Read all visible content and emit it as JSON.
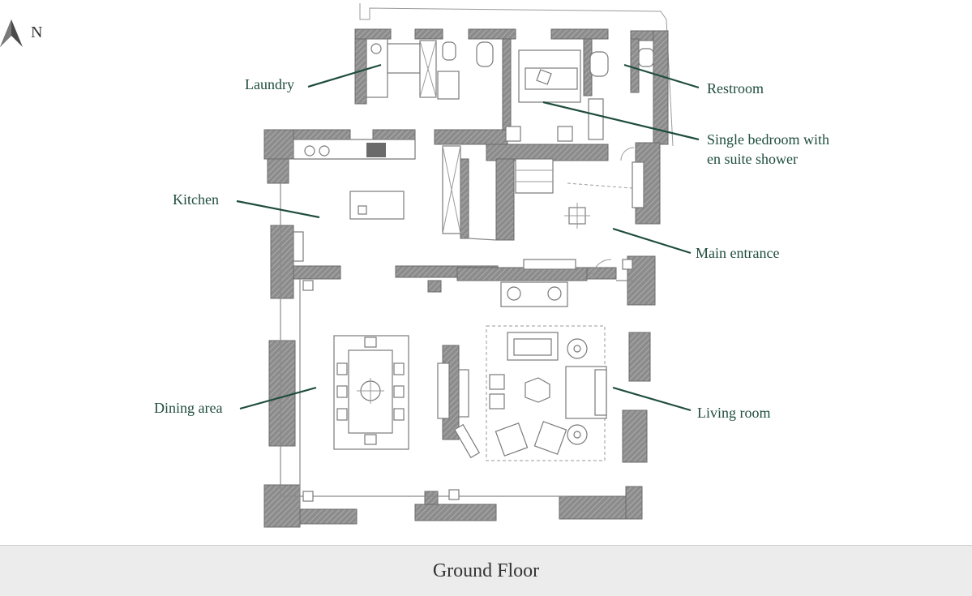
{
  "compass": {
    "letter": "N",
    "icon": "north-arrow-icon"
  },
  "labels": {
    "laundry": "Laundry",
    "restroom": "Restroom",
    "bedroom_line1": "Single bedroom with",
    "bedroom_line2": "en suite shower",
    "kitchen": "Kitchen",
    "main_entrance": "Main entrance",
    "dining_area": "Dining area",
    "living_room": "Living room"
  },
  "footer": {
    "floor_name": "Ground Floor"
  },
  "colors": {
    "label_green": "#1f4d3c",
    "wall_gray": "#8c8c8c",
    "footer_bg": "#ececec"
  }
}
